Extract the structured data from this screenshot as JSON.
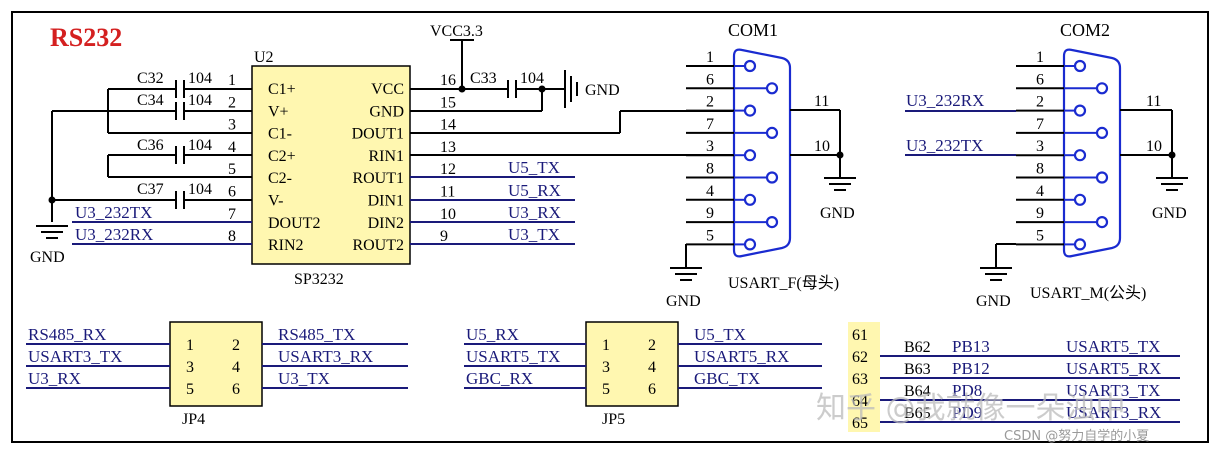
{
  "title": "RS232",
  "u2": {
    "ref": "U2",
    "part": "SP3232",
    "left_pins": [
      {
        "num": "1",
        "name": "C1+"
      },
      {
        "num": "2",
        "name": "V+"
      },
      {
        "num": "3",
        "name": "C1-"
      },
      {
        "num": "4",
        "name": "C2+"
      },
      {
        "num": "5",
        "name": "C2-"
      },
      {
        "num": "6",
        "name": "V-"
      },
      {
        "num": "7",
        "name": "DOUT2"
      },
      {
        "num": "8",
        "name": "RIN2"
      }
    ],
    "right_pins": [
      {
        "num": "16",
        "name": "VCC"
      },
      {
        "num": "15",
        "name": "GND"
      },
      {
        "num": "14",
        "name": "DOUT1"
      },
      {
        "num": "13",
        "name": "RIN1"
      },
      {
        "num": "12",
        "name": "ROUT1"
      },
      {
        "num": "11",
        "name": "DIN1"
      },
      {
        "num": "10",
        "name": "DIN2"
      },
      {
        "num": "9",
        "name": "ROUT2"
      }
    ]
  },
  "caps": [
    {
      "ref": "C32",
      "value": "104"
    },
    {
      "ref": "C34",
      "value": "104"
    },
    {
      "ref": "C36",
      "value": "104"
    },
    {
      "ref": "C37",
      "value": "104"
    },
    {
      "ref": "C33",
      "value": "104"
    }
  ],
  "power": {
    "vcc": "VCC3.3",
    "gnd": "GND"
  },
  "nets": {
    "u3_232tx": "U3_232TX",
    "u3_232rx": "U3_232RX",
    "u5_tx": "U5_TX",
    "u5_rx": "U5_RX",
    "u3_rx": "U3_RX",
    "u3_tx": "U3_TX"
  },
  "com1": {
    "ref": "COM1",
    "label": "USART_F(母头)",
    "pins": [
      "1",
      "6",
      "2",
      "7",
      "3",
      "8",
      "4",
      "9",
      "5"
    ],
    "shell": [
      "11",
      "10"
    ],
    "gnd": "GND"
  },
  "com2": {
    "ref": "COM2",
    "label": "USART_M(公头)",
    "pins": [
      "1",
      "6",
      "2",
      "7",
      "3",
      "8",
      "4",
      "9",
      "5"
    ],
    "shell": [
      "11",
      "10"
    ],
    "gnd": "GND",
    "net2": "U3_232RX",
    "net3": "U3_232TX"
  },
  "jp4": {
    "ref": "JP4",
    "pins": [
      "1",
      "2",
      "3",
      "4",
      "5",
      "6"
    ],
    "left": [
      "RS485_RX",
      "USART3_TX",
      "U3_RX"
    ],
    "right": [
      "RS485_TX",
      "USART3_RX",
      "U3_TX"
    ]
  },
  "jp5": {
    "ref": "JP5",
    "pins": [
      "1",
      "2",
      "3",
      "4",
      "5",
      "6"
    ],
    "left": [
      "U5_RX",
      "USART5_TX",
      "GBC_RX"
    ],
    "right": [
      "U5_TX",
      "USART5_RX",
      "GBC_TX"
    ]
  },
  "mcu": {
    "pins": [
      "61",
      "62",
      "63",
      "64",
      "65"
    ],
    "rows": [
      {
        "pin": "B62",
        "port": "PB13",
        "net": "USART5_TX"
      },
      {
        "pin": "B63",
        "port": "PB12",
        "net": "USART5_RX"
      },
      {
        "pin": "B64",
        "port": "PD8",
        "net": "USART3_TX"
      },
      {
        "pin": "B65",
        "port": "PD9",
        "net": "USART3_RX"
      }
    ]
  },
  "watermark": "知乎 @我就像一朵浊中",
  "credit": "CSDN @努力自学的小夏",
  "colors": {
    "title": "#d42020",
    "net": "#1a1a7a",
    "connector": "#1a2bd0",
    "chip": "#fff7b0"
  }
}
